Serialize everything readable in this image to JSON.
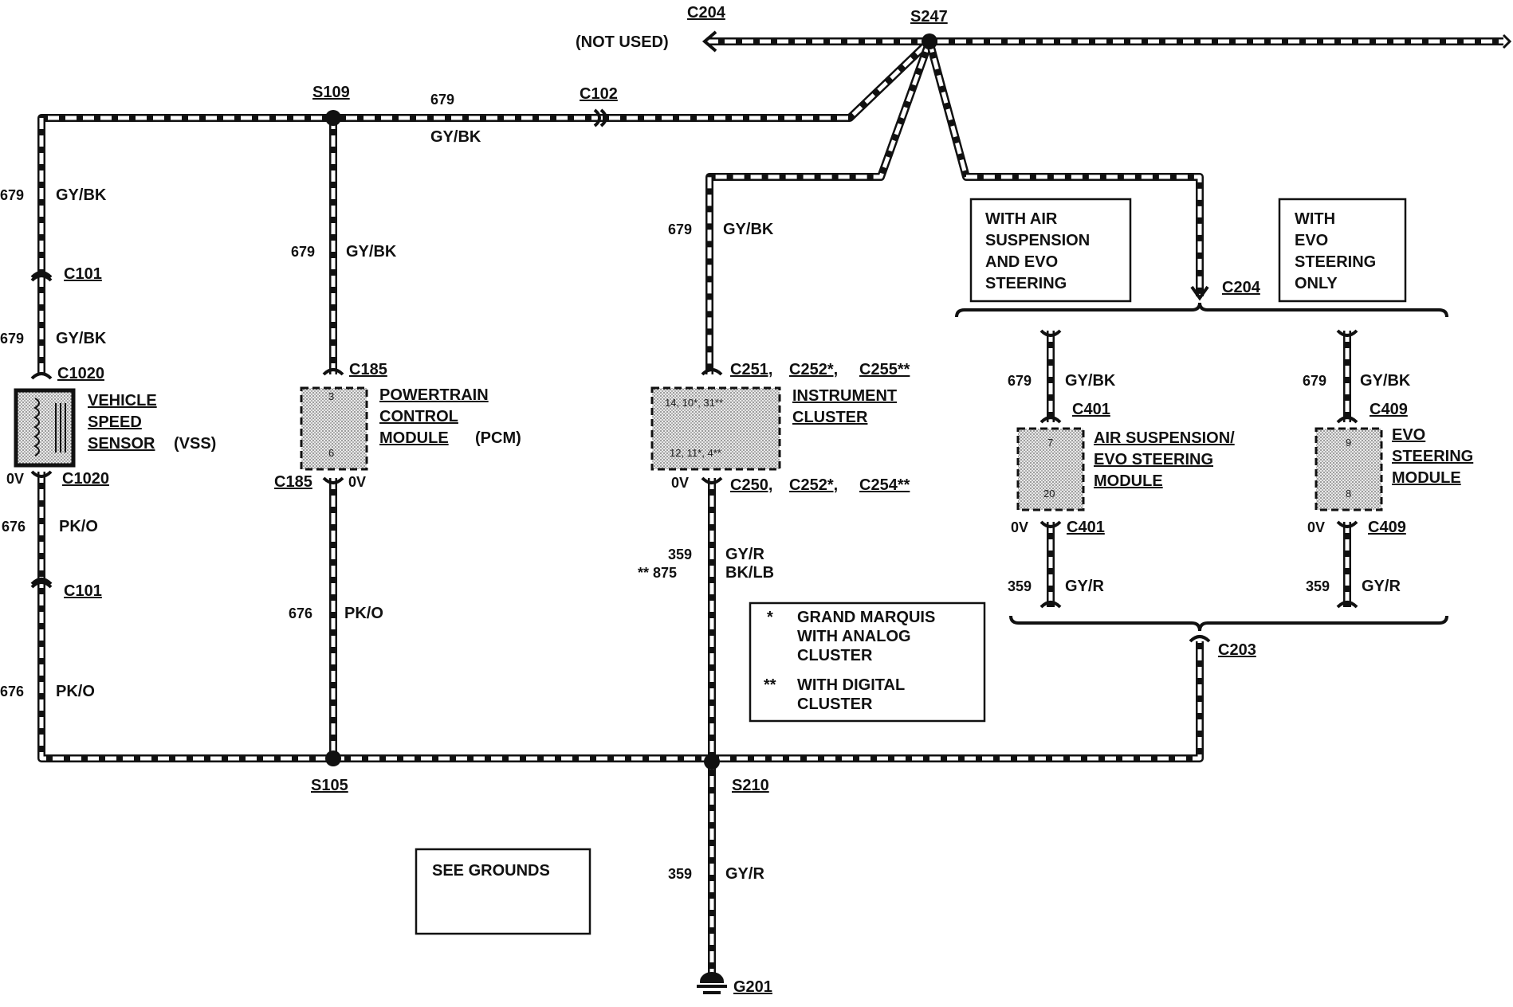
{
  "splices": {
    "s247": "S247",
    "s109": "S109",
    "s105": "S105",
    "s210": "S210"
  },
  "ground": "G201",
  "connectors": {
    "c204_top": "C204",
    "c204_right": "C204",
    "c102": "C102",
    "c101_a": "C101",
    "c101_b": "C101",
    "c1020_a": "C1020",
    "c1020_b": "C1020",
    "c185_a": "C185",
    "c185_b": "C185",
    "c251": "C251,",
    "c252a": "C252*,",
    "c255": "C255**",
    "c250": "C250,",
    "c252b": "C252*,",
    "c254": "C254**",
    "c401_a": "C401",
    "c401_b": "C401",
    "c409_a": "C409",
    "c409_b": "C409",
    "c203": "C203"
  },
  "not_used": "(NOT USED)",
  "wires": {
    "n679": "679",
    "gybk": "GY/BK",
    "n676": "676",
    "pko": "PK/O",
    "n359": "359",
    "gyr": "GY/R",
    "n875": "** 875",
    "bklb": "BK/LB",
    "zero_v": "0V"
  },
  "components": {
    "vss": [
      "VEHICLE",
      "SPEED",
      "SENSOR"
    ],
    "vss_abbr": "(VSS)",
    "pcm": [
      "POWERTRAIN",
      "CONTROL",
      "MODULE"
    ],
    "pcm_abbr": "(PCM)",
    "pcm_pins": [
      "3",
      "6"
    ],
    "ic": [
      "INSTRUMENT",
      "CLUSTER"
    ],
    "ic_pins": [
      "14, 10*, 31**",
      "12, 11*, 4**"
    ],
    "asm": [
      "AIR SUSPENSION/",
      "EVO STEERING",
      "MODULE"
    ],
    "asm_pins": [
      "7",
      "20"
    ],
    "evo": [
      "EVO",
      "STEERING",
      "MODULE"
    ],
    "evo_pins": [
      "9",
      "8"
    ]
  },
  "boxes": {
    "with_air": [
      "WITH AIR",
      "SUSPENSION",
      "AND EVO",
      "STEERING"
    ],
    "with_evo": [
      "WITH",
      "EVO",
      "STEERING",
      "ONLY"
    ],
    "see_grounds": "SEE GROUNDS"
  },
  "legend": {
    "star1": "*",
    "note1": [
      "GRAND MARQUIS",
      "WITH ANALOG",
      "CLUSTER"
    ],
    "star2": "**",
    "note2": [
      "WITH DIGITAL",
      "CLUSTER"
    ]
  }
}
